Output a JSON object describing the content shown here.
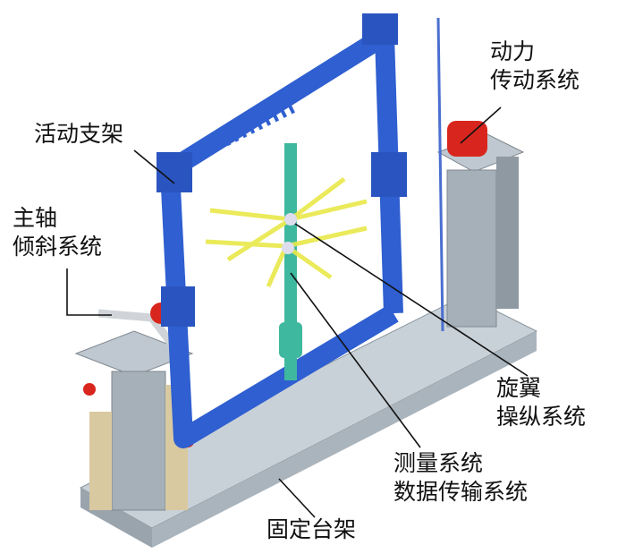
{
  "labels": {
    "power": [
      "动力",
      "传动系统"
    ],
    "frame": "活动支架",
    "tilt": [
      "主轴",
      "倾斜系统"
    ],
    "rotor": [
      "旋翼",
      "操纵系统"
    ],
    "measure": [
      "测量系统",
      "数据传输系统"
    ],
    "base": "固定台架"
  },
  "colors": {
    "frame": "#2f5fd0",
    "shaft": "#3fb8a0",
    "blade": "#e8e84a",
    "base": "#b9c3cc",
    "motor": "#d8261e"
  }
}
